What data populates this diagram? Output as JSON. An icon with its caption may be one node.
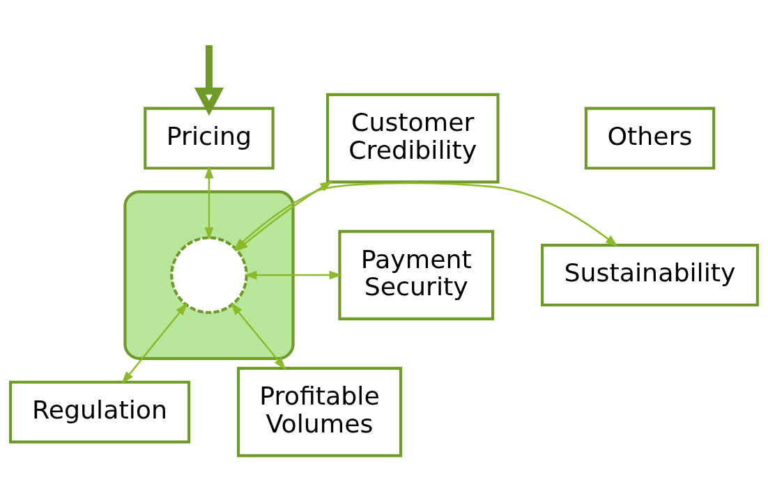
{
  "diagram": {
    "nodes": [
      {
        "text": [
          "Customer Credibility"
        ]
      },
      {
        "text": [
          "Pricing"
        ]
      },
      {
        "text": [
          "Others"
        ]
      },
      {
        "text": [],
        "shape": "box"
      },
      {
        "text": [],
        "shape": "circle",
        "in": 3
      },
      {
        "text": [
          "Payment Security"
        ]
      },
      {
        "text": [
          "Sustainability"
        ]
      },
      {
        "text": [
          "Regulation"
        ]
      },
      {
        "text": [
          "Profitable Volumes"
        ]
      }
    ],
    "edges": [
      {
        "from": null,
        "to": 1,
        "arrow": "to",
        "style": "thick",
        "color": "#6f9a2a"
      },
      {
        "from": 4,
        "to": 0,
        "arrow": "both"
      },
      {
        "from": 4,
        "to": 1,
        "arrow": "both"
      },
      {
        "from": 4,
        "to": 5,
        "arrow": "both"
      },
      {
        "from": 4,
        "to": 6,
        "arrow": "both"
      },
      {
        "from": 4,
        "to": 7,
        "arrow": "both"
      },
      {
        "from": 4,
        "to": 8,
        "arrow": "both"
      }
    ]
  }
}
